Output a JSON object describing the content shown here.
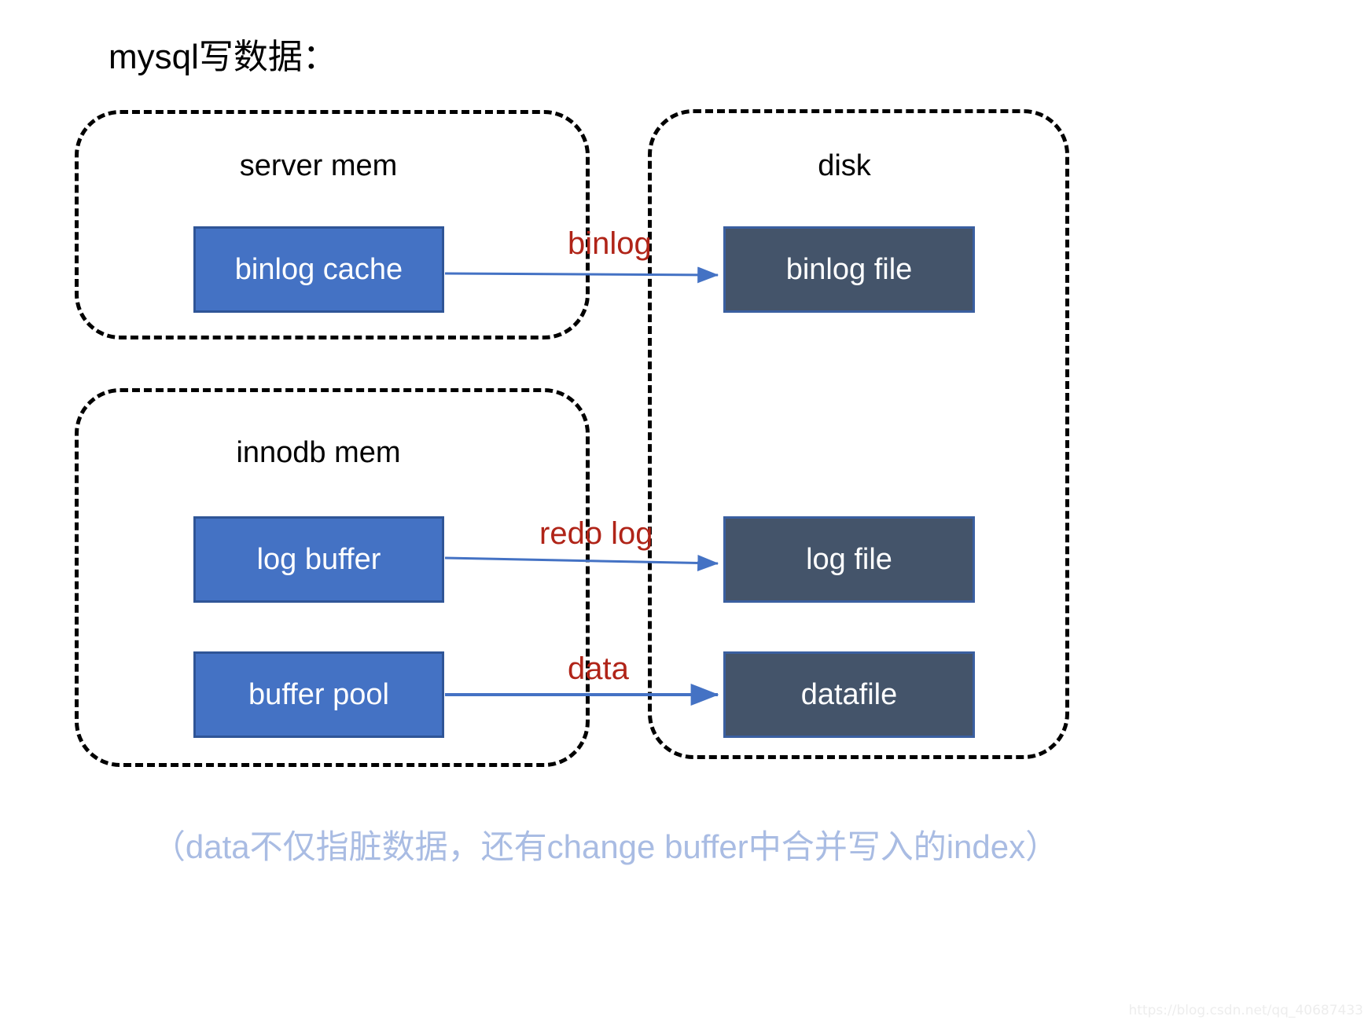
{
  "page": {
    "title": "mysql写数据：",
    "caption": "（data不仅指脏数据，还有change buffer中合并写入的index）",
    "watermark": "https://blog.csdn.net/qq_40687433"
  },
  "colors": {
    "mem_box_fill": "#4472C4",
    "mem_box_border": "#2F5597",
    "disk_box_fill": "#44546A",
    "disk_box_border": "#3A5FA0",
    "arrow": "#4472C4",
    "edge_label": "#B02418",
    "group_border": "#000000",
    "caption": "#A9BCE3",
    "title": "#000000"
  },
  "groups": [
    {
      "id": "server-mem",
      "label": "server mem"
    },
    {
      "id": "innodb-mem",
      "label": "innodb mem"
    },
    {
      "id": "disk",
      "label": "disk"
    }
  ],
  "nodes": {
    "memory": [
      {
        "id": "binlog-cache",
        "label": "binlog cache",
        "group": "server mem"
      },
      {
        "id": "log-buffer",
        "label": "log buffer",
        "group": "innodb mem"
      },
      {
        "id": "buffer-pool",
        "label": "buffer pool",
        "group": "innodb mem"
      }
    ],
    "disk": [
      {
        "id": "binlog-file",
        "label": "binlog file",
        "group": "disk"
      },
      {
        "id": "log-file",
        "label": "log file",
        "group": "disk"
      },
      {
        "id": "datafile",
        "label": "datafile",
        "group": "disk"
      }
    ]
  },
  "edges": [
    {
      "id": "binlog",
      "from": "binlog cache",
      "to": "binlog file",
      "label": "binlog"
    },
    {
      "id": "redo-log",
      "from": "log buffer",
      "to": "log file",
      "label": "redo log"
    },
    {
      "id": "data",
      "from": "buffer pool",
      "to": "datafile",
      "label": "data"
    }
  ]
}
